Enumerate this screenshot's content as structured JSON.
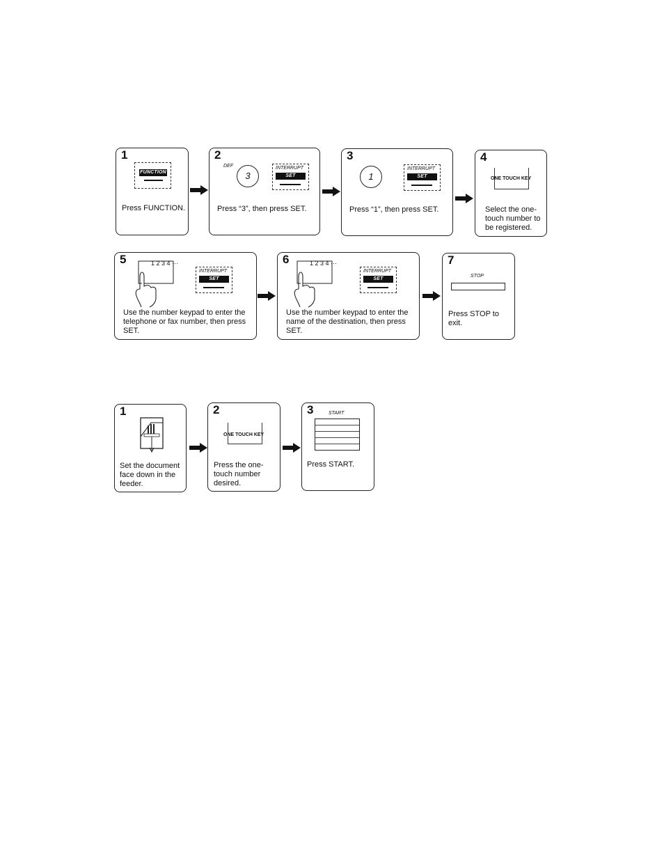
{
  "section1": {
    "steps": [
      {
        "num": "1",
        "caption": "Press FUNCTION.",
        "key_label": "FUNCTION"
      },
      {
        "num": "2",
        "caption": "Press “3”, then press SET.",
        "def_label": "DEF",
        "digit": "3",
        "interrupt_label": "INTERRUPT",
        "set_label": "SET"
      },
      {
        "num": "3",
        "caption": "Press “1”, then press SET.",
        "digit": "1",
        "interrupt_label": "INTERRUPT",
        "set_label": "SET"
      },
      {
        "num": "4",
        "caption": "Select the one-touch number to be registered.",
        "one_touch_label": "ONE TOUCH KEY"
      },
      {
        "num": "5",
        "caption": "Use the number keypad to enter the telephone or fax number, then press SET.",
        "keypad_digits": "1 2 3 4 ···",
        "interrupt_label": "INTERRUPT",
        "set_label": "SET"
      },
      {
        "num": "6",
        "caption": "Use the number keypad to enter the name of the destination, then press SET.",
        "keypad_digits": "1 2 3 4 ···",
        "interrupt_label": "INTERRUPT",
        "set_label": "SET"
      },
      {
        "num": "7",
        "caption": "Press STOP to exit.",
        "stop_label": "STOP"
      }
    ]
  },
  "section2": {
    "steps": [
      {
        "num": "1",
        "caption": "Set the document face down in the feeder."
      },
      {
        "num": "2",
        "caption": "Press the one-touch number desired.",
        "one_touch_label": "ONE TOUCH KEY"
      },
      {
        "num": "3",
        "caption": "Press START.",
        "start_label": "START"
      }
    ]
  },
  "icons": {
    "arrow": "right-arrow-icon",
    "hand": "hand-pressing-keypad-icon",
    "document": "document-feeder-icon"
  }
}
